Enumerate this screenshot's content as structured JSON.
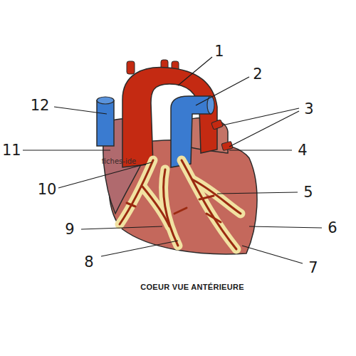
{
  "diagram": {
    "caption": "COEUR VUE ANTÉRIEURE",
    "labels": [
      "1",
      "2",
      "3",
      "4",
      "5",
      "6",
      "7",
      "8",
      "9",
      "10",
      "11",
      "12",
      "fiches-ide"
    ]
  }
}
